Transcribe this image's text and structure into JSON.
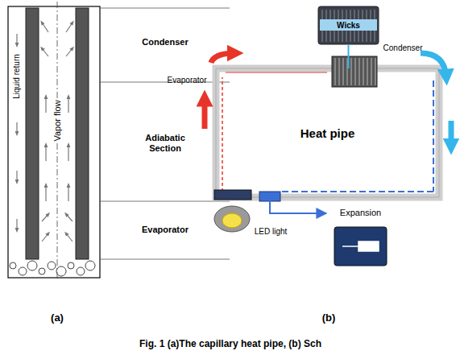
{
  "diagram": {
    "caption": "Fig. 1 (a)The capillary heat pipe, (b) Sch",
    "nodes": [
      {
        "text": [
          "Heat pipe"
        ]
      },
      {
        "text": [
          "Wicks"
        ]
      },
      {
        "text": [
          "Expansion"
        ]
      }
    ],
    "edges": [
      {
        "from": 1,
        "to": 0,
        "arrow": "none"
      },
      {
        "from": 0,
        "to": 2,
        "arrow": "to"
      }
    ],
    "labels": [
      "Liquid return",
      "Vapor flow",
      "Condenser",
      "Adiabatic Section",
      "Evaporator",
      "Evaporator",
      "Condenser",
      "LED light",
      "(a)",
      "(b)"
    ]
  }
}
